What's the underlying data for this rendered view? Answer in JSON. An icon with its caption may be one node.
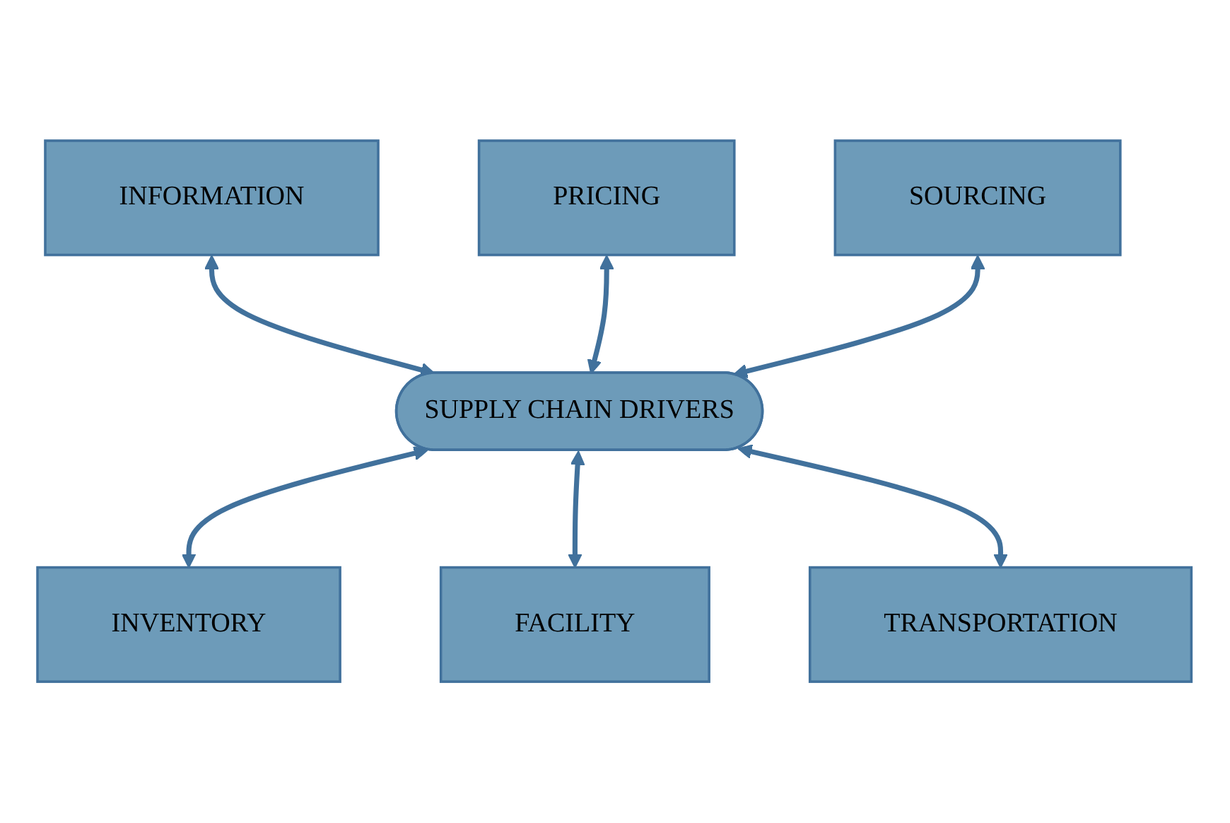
{
  "diagram": {
    "nodes": [
      {
        "text": [
          "INFORMATION"
        ]
      },
      {
        "text": [
          "PRICING"
        ]
      },
      {
        "text": [
          "SOURCING"
        ]
      },
      {
        "text": [
          "SUPPLY CHAIN DRIVERS"
        ]
      },
      {
        "text": [
          "INVENTORY"
        ]
      },
      {
        "text": [
          "FACILITY"
        ]
      },
      {
        "text": [
          "TRANSPORTATION"
        ]
      }
    ],
    "edges": [
      {
        "from": 0,
        "to": 3,
        "arrow": "both"
      },
      {
        "from": 1,
        "to": 3,
        "arrow": "both"
      },
      {
        "from": 2,
        "to": 3,
        "arrow": "both"
      },
      {
        "from": 3,
        "to": 4,
        "arrow": "both"
      },
      {
        "from": 3,
        "to": 5,
        "arrow": "both"
      },
      {
        "from": 3,
        "to": 6,
        "arrow": "both"
      }
    ]
  }
}
